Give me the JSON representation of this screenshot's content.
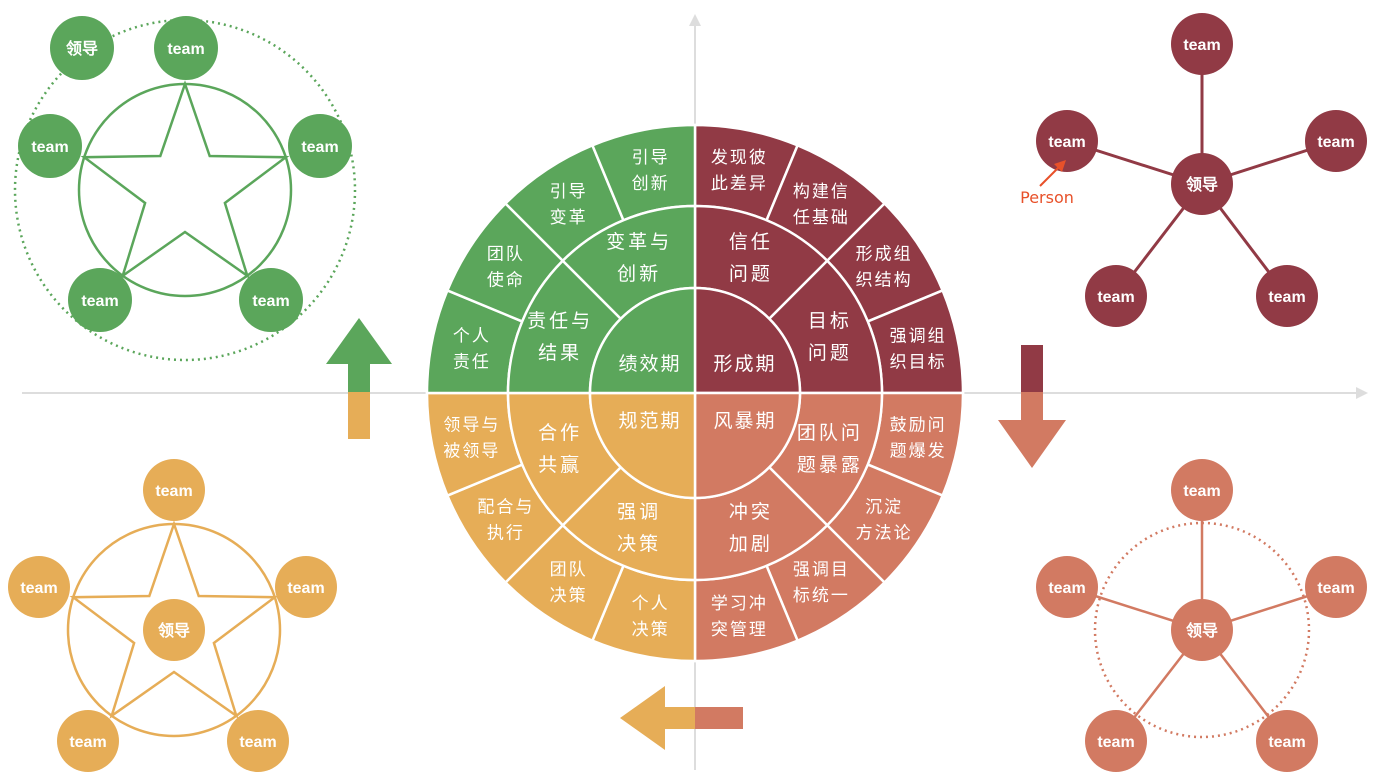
{
  "colors": {
    "performing": "#5ba65b",
    "forming": "#913a45",
    "storming": "#d27a62",
    "norming": "#e6ad57",
    "axis": "#dddddd",
    "annotation": "#e8512a"
  },
  "phases": {
    "performing": {
      "core": "绩效期",
      "middle": [
        [
          "责任与",
          "结果"
        ],
        [
          "变革与",
          "创新"
        ]
      ],
      "outer": [
        [
          "个人",
          "责任"
        ],
        [
          "团队",
          "使命"
        ],
        [
          "引导",
          "变革"
        ],
        [
          "引导",
          "创新"
        ]
      ]
    },
    "forming": {
      "core": "形成期",
      "middle": [
        [
          "信任",
          "问题"
        ],
        [
          "目标",
          "问题"
        ]
      ],
      "outer": [
        [
          "发现彼",
          "此差异"
        ],
        [
          "构建信",
          "任基础"
        ],
        [
          "形成组",
          "织结构"
        ],
        [
          "强调组",
          "织目标"
        ]
      ]
    },
    "storming": {
      "core": "风暴期",
      "middle": [
        [
          "团队问",
          "题暴露"
        ],
        [
          "冲突",
          "加剧"
        ]
      ],
      "outer": [
        [
          "鼓励问",
          "题爆发"
        ],
        [
          "沉淀",
          "方法论"
        ],
        [
          "强调目",
          "标统一"
        ],
        [
          "学习冲",
          "突管理"
        ]
      ]
    },
    "norming": {
      "core": "规范期",
      "middle": [
        [
          "强调",
          "决策"
        ],
        [
          "合作",
          "共赢"
        ]
      ],
      "outer": [
        [
          "个人",
          "决策"
        ],
        [
          "团队",
          "决策"
        ],
        [
          "配合与",
          "执行"
        ],
        [
          "领导与",
          "被领导"
        ]
      ]
    }
  },
  "networks": {
    "performing": {
      "leader": "领导",
      "member": "team"
    },
    "forming": {
      "leader": "领导",
      "member": "team",
      "annotation": "Person"
    },
    "storming": {
      "leader": "领导",
      "member": "team"
    },
    "norming": {
      "leader": "领导",
      "member": "team"
    }
  }
}
